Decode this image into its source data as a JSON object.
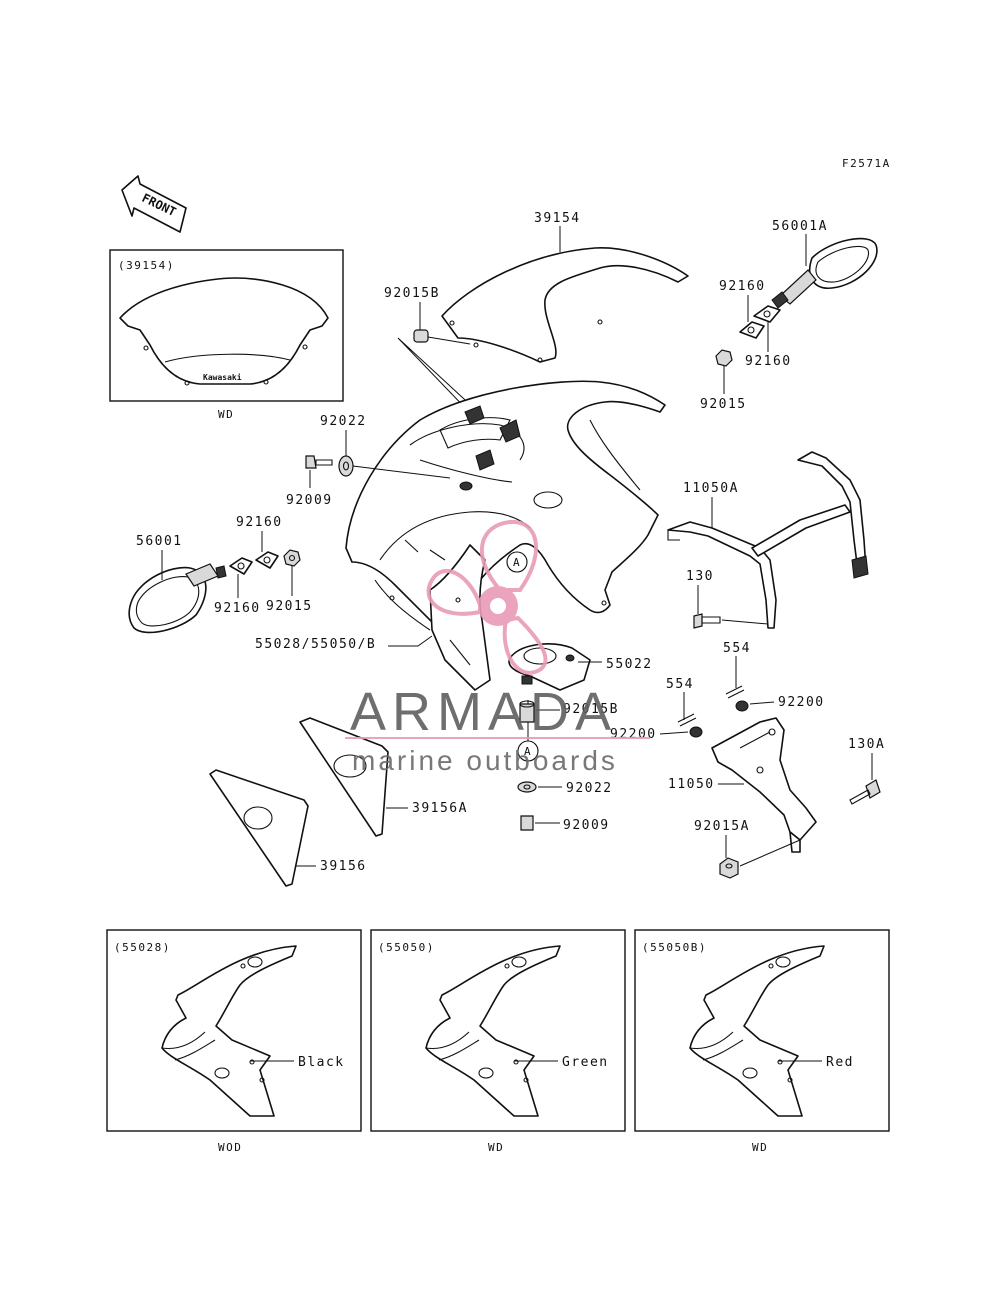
{
  "figure_code": "F2571A",
  "front_label": "FRONT",
  "watermark": {
    "brand": "ARMADA",
    "tagline": "marine outboards",
    "colors": {
      "propeller": "#e89bb8",
      "text": "#5f5f5f"
    }
  },
  "windshield_inset": {
    "title": "(39154)",
    "caption": "WD",
    "logo_text": "Kawasaki"
  },
  "part_labels": {
    "p39154": "39154",
    "p56001A": "56001A",
    "p92015B_top": "92015B",
    "p92160_a": "92160",
    "p92160_b": "92160",
    "p92015_right": "92015",
    "p92022_top": "92022",
    "p92009_top": "92009",
    "p11050A": "11050A",
    "p92160_c": "92160",
    "p56001": "56001",
    "p92160_d": "92160",
    "p92015_left": "92015",
    "p130": "130",
    "p55028": "55028/55050/B",
    "p55022": "55022",
    "p554_a": "554",
    "p554_b": "554",
    "p92200_a": "92200",
    "p92015B_mid": "92015B",
    "p92200_b": "92200",
    "p130A": "130A",
    "p11050": "11050",
    "p92022_mid": "92022",
    "p39156A": "39156A",
    "p92015A": "92015A",
    "p92009_mid": "92009",
    "p39156": "39156",
    "ref_A1": "A",
    "ref_A2": "A"
  },
  "color_insets": [
    {
      "title": "(55028)",
      "color_label": "Black",
      "caption": "WOD"
    },
    {
      "title": "(55050)",
      "color_label": "Green",
      "caption": "WD"
    },
    {
      "title": "(55050B)",
      "color_label": "Red",
      "caption": "WD"
    }
  ]
}
